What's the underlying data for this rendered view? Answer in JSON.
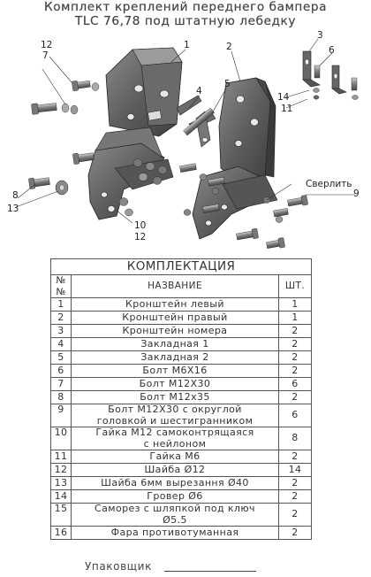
{
  "header": {
    "title_line1": "Комплект креплений переднего бампера",
    "title_line2": "TLC 76,78 под штатную лебедку"
  },
  "diagram": {
    "callouts": {
      "n1": "1",
      "n2": "2",
      "n3": "3",
      "n4": "4",
      "n5": "5",
      "n6": "6",
      "n7": "7",
      "n8": "8",
      "n9": "9",
      "n10": "10",
      "n11": "11",
      "n12a": "12",
      "n12b": "12",
      "n13": "13",
      "n14": "14"
    },
    "drill_label": "Сверлить"
  },
  "table": {
    "title": "КОМПЛЕКТАЦИЯ",
    "headers": {
      "num": "№№",
      "name": "НАЗВАНИЕ",
      "qty": "ШТ."
    },
    "rows": [
      {
        "num": "1",
        "name": "Кронштейн левый",
        "qty": "1"
      },
      {
        "num": "2",
        "name": "Кронштейн правый",
        "qty": "1"
      },
      {
        "num": "3",
        "name": "Кронштейн номера",
        "qty": "2"
      },
      {
        "num": "4",
        "name": "Закладная 1",
        "qty": "2"
      },
      {
        "num": "5",
        "name": "Закладная 2",
        "qty": "2"
      },
      {
        "num": "6",
        "name": "Болт М6Х16",
        "qty": "2"
      },
      {
        "num": "7",
        "name": "Болт М12Х30",
        "qty": "6"
      },
      {
        "num": "8",
        "name": "Болт М12х35",
        "qty": "2"
      },
      {
        "num": "9",
        "name_line1": "Болт М12Х30 с округлой",
        "name_line2": "головкой и шестигранником",
        "qty": "6"
      },
      {
        "num": "10",
        "name_line1": "Гайка М12 самоконтрящаяся",
        "name_line2": "с нейлоном",
        "qty": "8"
      },
      {
        "num": "11",
        "name": "Гайка М6",
        "qty": "2"
      },
      {
        "num": "12",
        "name": "Шайба Ø12",
        "qty": "14"
      },
      {
        "num": "13",
        "name": "Шайба 6мм вырезання Ø40",
        "qty": "2"
      },
      {
        "num": "14",
        "name": "Гровер Ø6",
        "qty": "2"
      },
      {
        "num": "15",
        "name_line1": "Саморез с шляпкой под ключ",
        "name_line2": "Ø5.5",
        "qty": "2"
      },
      {
        "num": "16",
        "name": "Фара противотуманная",
        "qty": "2"
      }
    ]
  },
  "footer": {
    "packer_label": "Упаковщик"
  }
}
